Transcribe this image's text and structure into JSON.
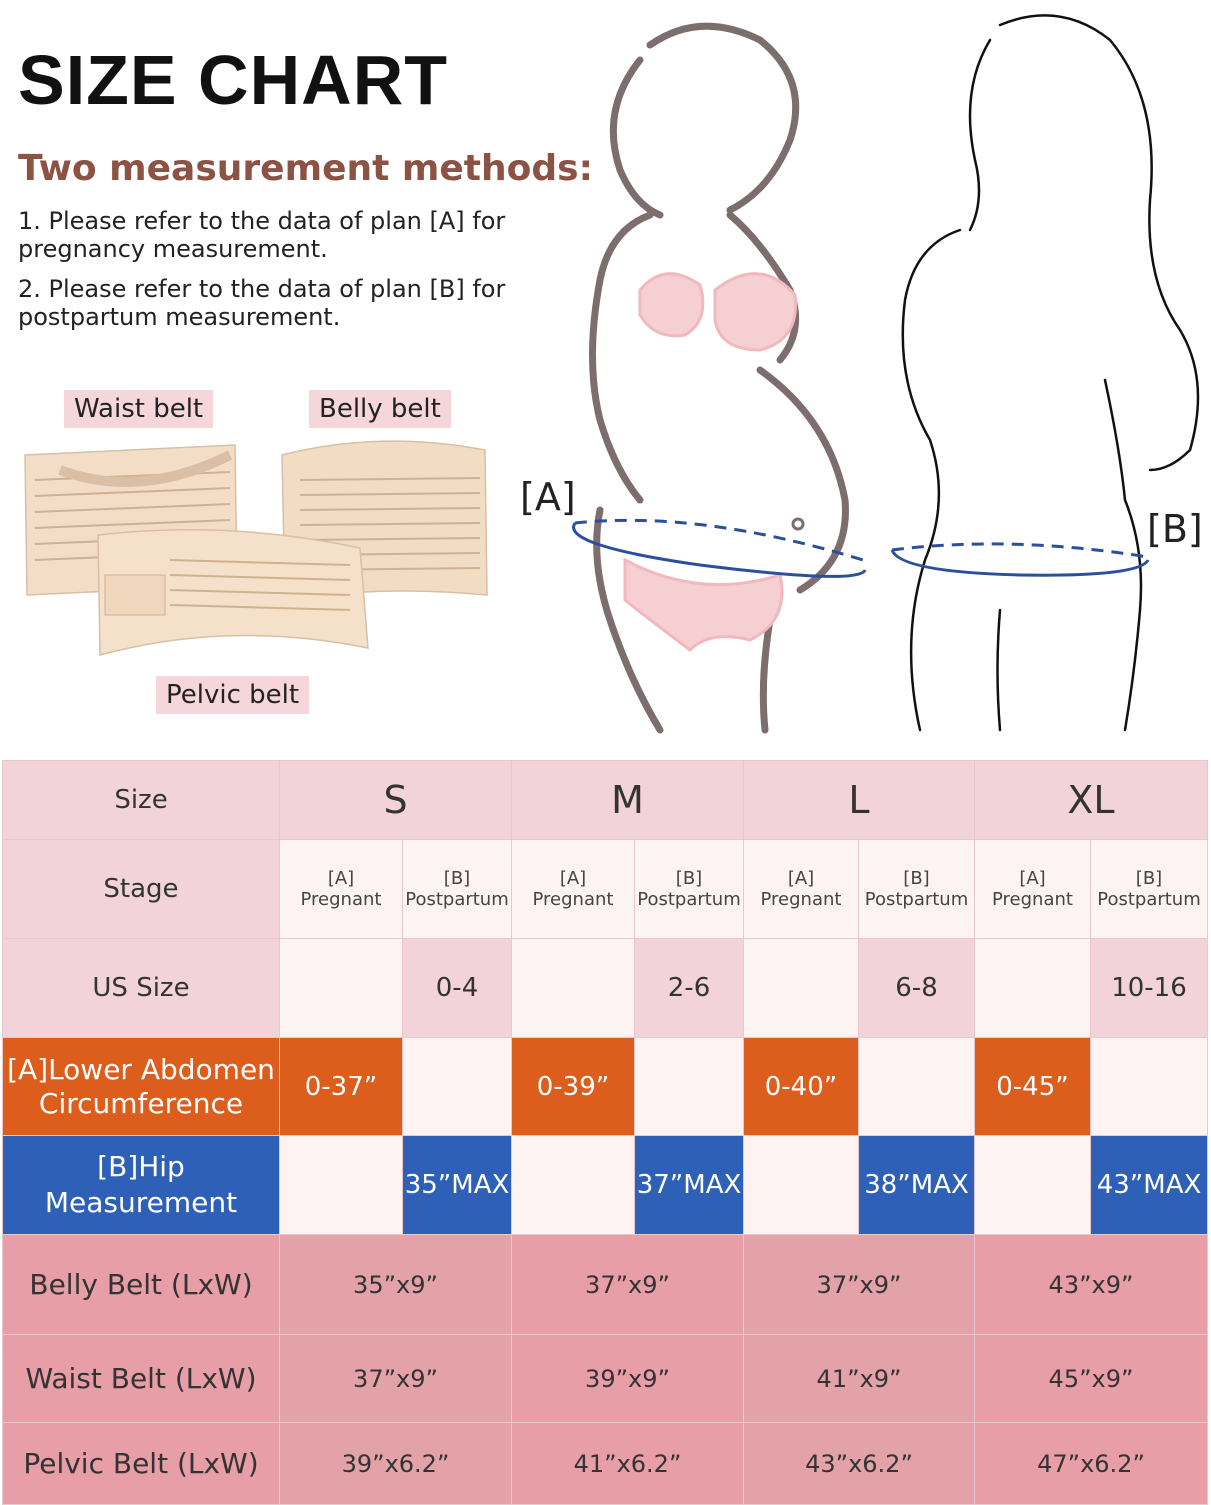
{
  "header": {
    "title": "SIZE CHART",
    "subtitle": "Two measurement methods:",
    "note1": "1. Please refer to the data of plan [A] for pregnancy measurement.",
    "note2": "2. Please refer to the data of plan [B] for postpartum measurement."
  },
  "products": {
    "waist": "Waist belt",
    "belly": "Belly belt",
    "pelvic": "Pelvic belt"
  },
  "illustration": {
    "marker_a": "[A]",
    "marker_b": "[B]"
  },
  "table": {
    "size_label": "Size",
    "sizes": [
      "S",
      "M",
      "L",
      "XL"
    ],
    "stage_label": "Stage",
    "stage_a": [
      "[A]",
      "Pregnant"
    ],
    "stage_b": [
      "[B]",
      "Postpartum"
    ],
    "us_label": "US Size",
    "us_sizes": [
      "0-4",
      "2-6",
      "6-8",
      "10-16"
    ],
    "abdomen_label": "[A]Lower Abdomen Circumference",
    "abdomen": [
      "0-37”",
      "0-39”",
      "0-40”",
      "0-45”"
    ],
    "hip_label": "[B]Hip Measurement",
    "hip": [
      "35”MAX",
      "37”MAX",
      "38”MAX",
      "43”MAX"
    ],
    "belly_label": "Belly Belt (LxW)",
    "belly": [
      "35”x9”",
      "37”x9”",
      "37”x9”",
      "43”x9”"
    ],
    "waist_label": "Waist Belt (LxW)",
    "waist": [
      "37”x9”",
      "39”x9”",
      "41”x9”",
      "45”x9”"
    ],
    "pelvic_label": "Pelvic Belt (LxW)",
    "pelvic": [
      "39”x6.2”",
      "41”x6.2”",
      "43”x6.2”",
      "47”x6.2”"
    ]
  },
  "colors": {
    "title": "#111111",
    "subtitle": "#8c5243",
    "pink_header": "#f1d3d9",
    "orange": "#dd5d1d",
    "blue": "#2f60b8",
    "belt_rows": "#e79ea7",
    "measure_line": "#2c4f9c"
  }
}
